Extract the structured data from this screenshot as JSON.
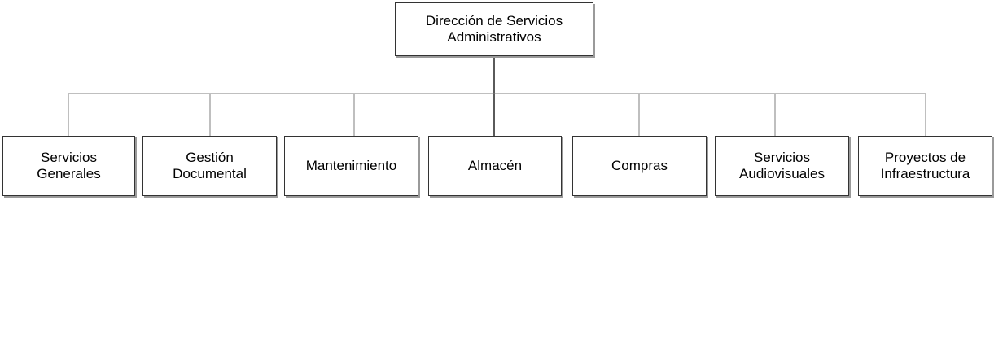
{
  "org_chart": {
    "root": {
      "lines": [
        "Dirección de Servicios",
        "Administrativos"
      ]
    },
    "units": [
      {
        "lines": [
          "Servicios",
          "Generales"
        ]
      },
      {
        "lines": [
          "Gestión",
          "Documental"
        ]
      },
      {
        "lines": [
          "Mantenimiento"
        ]
      },
      {
        "lines": [
          "Almacén"
        ]
      },
      {
        "lines": [
          "Compras"
        ]
      },
      {
        "lines": [
          "Servicios",
          "Audiovisuales"
        ]
      },
      {
        "lines": [
          "Proyectos de",
          "Infraestructura"
        ]
      }
    ],
    "colors": {
      "line_root": "#000000",
      "line_branch": "#7f7f7f",
      "border": "#333333",
      "shadow": "#9a9a9a"
    }
  }
}
